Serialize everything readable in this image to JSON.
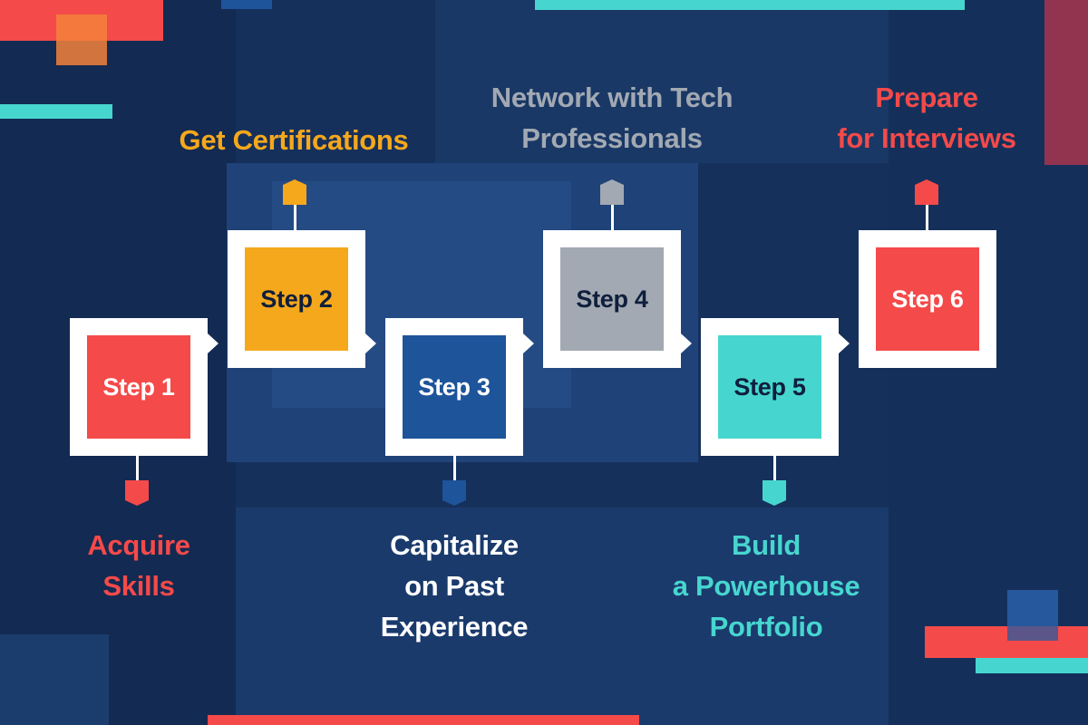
{
  "colors": {
    "red": "#f44a4a",
    "yellow": "#f5a81c",
    "blue": "#1d549a",
    "gray": "#a2a9b2",
    "teal": "#47d6cf",
    "navy": "#0f1f3d",
    "white": "#ffffff",
    "background": "#16305c"
  },
  "steps": [
    {
      "label": "Step 1",
      "color": "#f44a4a",
      "text_color": "#ffffff",
      "caption_lines": [
        "Acquire",
        "Skills"
      ]
    },
    {
      "label": "Step 2",
      "color": "#f5a81c",
      "text_color": "#0f1f3d",
      "caption_lines": [
        "Get Certifications"
      ]
    },
    {
      "label": "Step 3",
      "color": "#1d549a",
      "text_color": "#ffffff",
      "caption_lines": [
        "Capitalize",
        "on Past",
        "Experience"
      ]
    },
    {
      "label": "Step 4",
      "color": "#a2a9b2",
      "text_color": "#0f1f3d",
      "caption_lines": [
        "Network with Tech",
        "Professionals"
      ]
    },
    {
      "label": "Step 5",
      "color": "#47d6cf",
      "text_color": "#0f1f3d",
      "caption_lines": [
        "Build",
        "a Powerhouse",
        "Portfolio"
      ]
    },
    {
      "label": "Step 6",
      "color": "#f44a4a",
      "text_color": "#ffffff",
      "caption_lines": [
        "Prepare",
        "for Interviews"
      ]
    }
  ]
}
